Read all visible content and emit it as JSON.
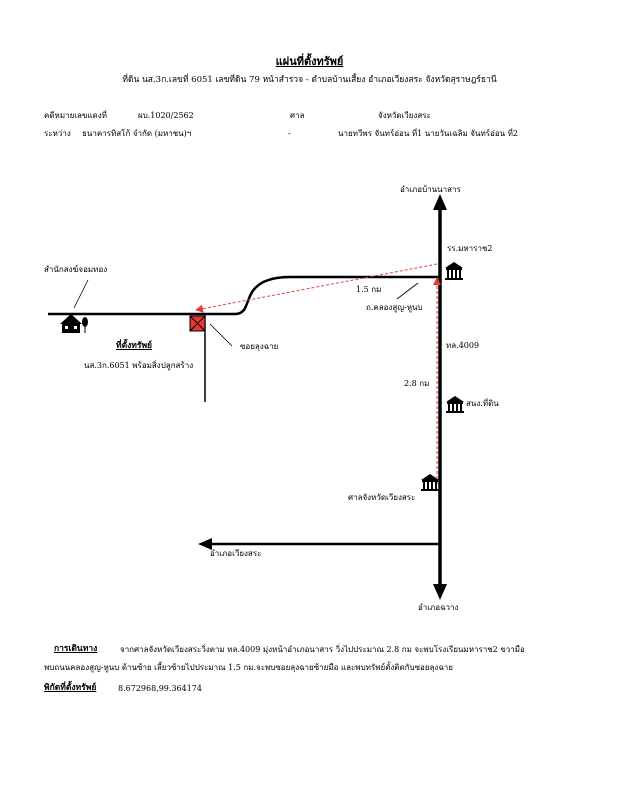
{
  "header": {
    "title": "แผ่นที่ตั้งทรัพย์",
    "subtitle": "ที่ดิน นส.3ก.เลขที่ 6051 เลขที่ดิน 79 หน้าสำรวจ - ตำบลบ้านเสี้ยง อำเภอเวียงสระ จังหวัดสุราษฎร์ธานี"
  },
  "case": {
    "case_no_label": "คดีหมายเลขแดงที่",
    "case_no": "ผบ.1020/2562",
    "court_label": "ศาล",
    "court_name": "จังหวัดเวียงสระ",
    "between_label": "ระหว่าง",
    "plaintiff": "ธนาคารทิสโก้ จำกัด (มหาชน)ฯ",
    "dash": "-",
    "defendants": "นายทวีพร จันทร์อ่อน ที่1 นายวันเฉลิม จันทร์อ่อน ที่2"
  },
  "map": {
    "labels": {
      "north_dest": "อำเภอบ้านนาสาร",
      "south_dest": "อำเภอฉวาง",
      "west_dest": "อำเภอเวียงสระ",
      "school": "รร.มหาราช2",
      "church": "สำนักสงฆ์จอมทอง",
      "distance_1": "1.5 กม",
      "road_name": "ถ.คลองสูญ-หูนบ",
      "highway": "ทล.4009",
      "distance_2": "2.8 กม",
      "land_office": "สนง.ที่ดิน",
      "court": "ศาลจังหวัดเวียงสระ",
      "property": "ที่ตั้งทรัพย์",
      "property_desc": "นส.3ก.6051 พร้อมสิ่งปลูกสร้าง",
      "soi": "ซอยลุงฉาย"
    },
    "colors": {
      "route": "#e53935",
      "property_fill": "#e53935",
      "road": "#000000"
    },
    "icons": [
      "school-icon",
      "bank-icon",
      "court-icon",
      "temple-icon",
      "property-marker-icon"
    ]
  },
  "directions": {
    "label": "การเดินทาง",
    "line1": "จากศาลจังหวัดเวียงสระวิ่งตาม ทล.4009 มุ่งหน้าอำเภอนาสาร วิ่งไปประมาณ 2.8 กม จะพบโรงเรียนมหาราช2 ขวามือ",
    "line2": "พบถนนคลองสูญ-หูนบ ด้านซ้าย เลี้ยวซ้ายไปประมาณ 1.5 กม.จะพบซอยลุงฉายซ้ายมือ และพบทรัพย์ตั้งติดกับซอยลุงฉาย"
  },
  "coordinates": {
    "label": "พิกัดที่ตั้งทรัพย์",
    "value": "8.672968,99.364174"
  }
}
